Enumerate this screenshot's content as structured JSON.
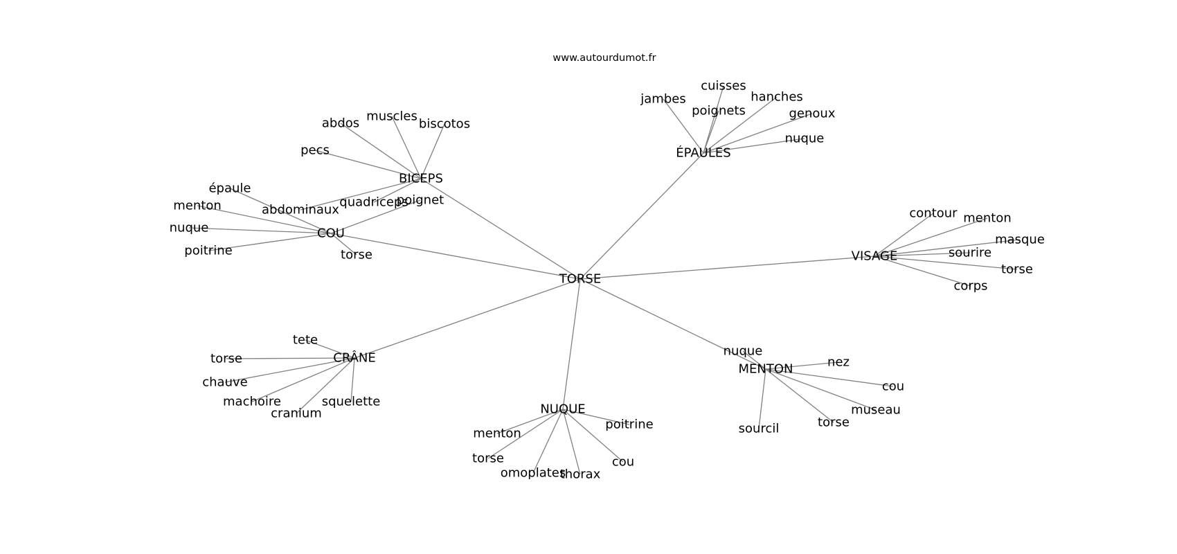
{
  "source": "www.autourdumot.fr",
  "graph": {
    "center": "TORSE",
    "hubs": [
      {
        "id": "biceps",
        "label": "BICEPS",
        "leaves": [
          "abdos",
          "muscles",
          "biscotos",
          "pecs",
          "abdominaux",
          "quadriceps"
        ]
      },
      {
        "id": "epaules",
        "label": "ÉPAULES",
        "leaves": [
          "jambes",
          "cuisses",
          "hanches",
          "poignets",
          "genoux",
          "nuque"
        ]
      },
      {
        "id": "cou",
        "label": "COU",
        "leaves": [
          "épaule",
          "menton",
          "nuque",
          "poitrine",
          "torse",
          "poignet"
        ]
      },
      {
        "id": "visage",
        "label": "VISAGE",
        "leaves": [
          "contour",
          "menton",
          "masque",
          "sourire",
          "torse",
          "corps"
        ]
      },
      {
        "id": "crane",
        "label": "CRÂNE",
        "leaves": [
          "tete",
          "torse",
          "chauve",
          "machoire",
          "cranium",
          "squelette"
        ]
      },
      {
        "id": "nuque",
        "label": "NUQUE",
        "leaves": [
          "menton",
          "poitrine",
          "torse",
          "omoplates",
          "thorax",
          "cou"
        ]
      },
      {
        "id": "menton",
        "label": "MENTON",
        "leaves": [
          "nuque",
          "nez",
          "cou",
          "museau",
          "torse",
          "sourcil"
        ]
      }
    ]
  },
  "colors": {
    "edge": "#808080",
    "text": "#000000",
    "background": "#ffffff"
  }
}
